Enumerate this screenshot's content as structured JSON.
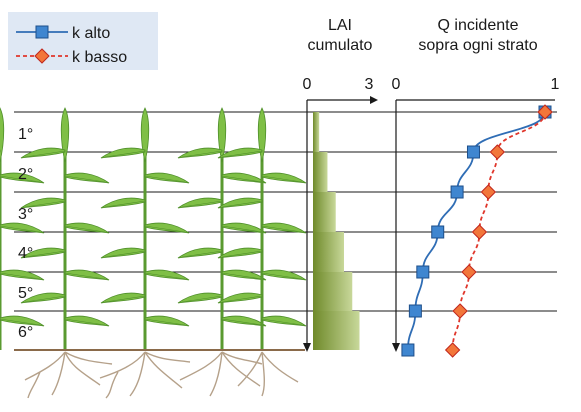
{
  "legend": {
    "items": [
      {
        "label": "k alto",
        "marker": "square",
        "color": "#2f6db5",
        "line": "solid"
      },
      {
        "label": "k basso",
        "marker": "diamond",
        "color": "#e0362b",
        "line": "dashed"
      }
    ]
  },
  "lai_panel": {
    "title_line1": "LAI",
    "title_line2": "cumulato",
    "axis_min_label": "0",
    "axis_max_label": "3",
    "axis_min": 0,
    "axis_max": 3,
    "bar_values": [
      0.3,
      0.7,
      1.1,
      1.5,
      1.9,
      2.25
    ]
  },
  "light_panel": {
    "title_line1": "Q incidente",
    "title_line2": "sopra ogni strato",
    "axis_min_label": "0",
    "axis_max_label": "1",
    "axis_min": 0,
    "axis_max": 1
  },
  "layers": [
    "1°",
    "2°",
    "3°",
    "4°",
    "5°",
    "6°"
  ],
  "chart_data": {
    "type": "line",
    "levels": [
      0,
      1,
      2,
      3,
      4,
      5,
      6
    ],
    "series": [
      {
        "name": "k alto",
        "values": [
          1.0,
          0.52,
          0.41,
          0.28,
          0.18,
          0.13,
          0.08
        ]
      },
      {
        "name": "k basso",
        "values": [
          1.0,
          0.68,
          0.62,
          0.56,
          0.49,
          0.43,
          0.38
        ]
      }
    ]
  },
  "colors": {
    "k_alto": "#2f6db5",
    "k_basso": "#e0362b",
    "legend_bg": "#dfe8f4",
    "plant_light": "#7fbf46",
    "plant_dark": "#4f8f2a",
    "bar_dark": "#6f8a2a",
    "bar_light": "#c8d89a",
    "roots": "#b5a18a",
    "soil": "#8a6a4a"
  },
  "icons": {
    "legend_square": "square-marker-icon",
    "legend_diamond": "diamond-marker-icon",
    "plants": "maize-plant-icon",
    "roots": "root-system-icon"
  }
}
